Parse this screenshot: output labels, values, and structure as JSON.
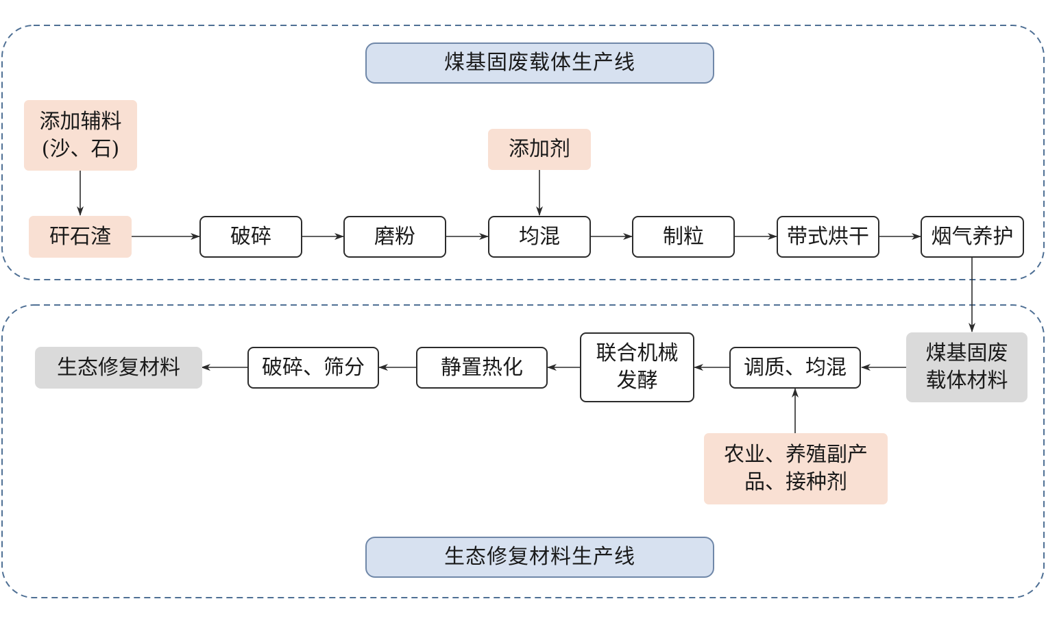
{
  "colors": {
    "group_border": "#4e6f94",
    "title_fill": "#d7e1f0",
    "input_fill": "#f9e0d3",
    "product_fill": "#dadada",
    "box_border": "#2b2b2b"
  },
  "lines": {
    "carrier_title": "煤基固废载体生产线",
    "eco_title": "生态修复材料生产线"
  },
  "nodes": {
    "aux_materials": {
      "lines": [
        "添加辅料",
        "(沙、石)"
      ]
    },
    "additive": "添加剂",
    "gangue_slag": "矸石渣",
    "crushing": "破碎",
    "grinding": "磨粉",
    "mixing": "均混",
    "granulation": "制粒",
    "belt_drying": "带式烘干",
    "flue_gas_curing": "烟气养护",
    "carrier_material": {
      "lines": [
        "煤基固废",
        "载体材料"
      ]
    },
    "conditioning_mixing": "调质、均混",
    "agri_byproducts": {
      "lines": [
        "农业、养殖副产",
        "品、接种剂"
      ]
    },
    "combined_fermentation": {
      "lines": [
        "联合机械",
        "发酵"
      ]
    },
    "static_heating": "静置热化",
    "crushing_screening": "破碎、筛分",
    "eco_material": "生态修复材料"
  }
}
